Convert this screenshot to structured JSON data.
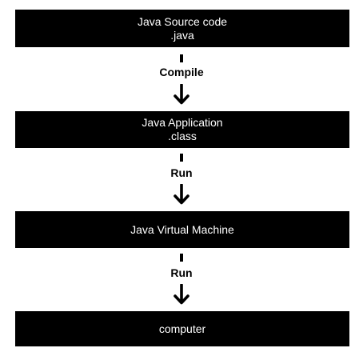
{
  "nodes": [
    {
      "line1": "Java Source code",
      "line2": ".java"
    },
    {
      "line1": "Java Application",
      "line2": ".class"
    },
    {
      "line1": "Java Virtual Machine",
      "line2": ""
    },
    {
      "line1": "computer",
      "line2": ""
    }
  ],
  "edges": [
    {
      "label": "Compile",
      "icon": "arrow-down-icon"
    },
    {
      "label": "Run",
      "icon": "arrow-down-icon"
    },
    {
      "label": "Run",
      "icon": "arrow-down-icon"
    }
  ],
  "colors": {
    "box_fill": "#000000",
    "box_text": "#ffffff",
    "arrow": "#000000",
    "background": "#ffffff"
  }
}
